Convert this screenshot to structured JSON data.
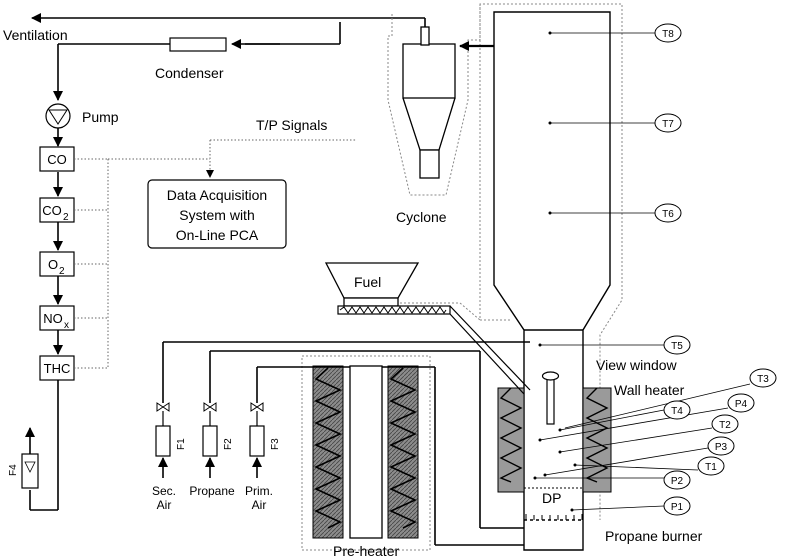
{
  "labels": {
    "ventilation": "Ventilation",
    "condenser": "Condenser",
    "pump": "Pump",
    "tp_signals": "T/P Signals",
    "daq_line1": "Data Acquisition",
    "daq_line2": "System with",
    "daq_line3": "On-Line PCA",
    "cyclone": "Cyclone",
    "fuel": "Fuel",
    "view_window": "View window",
    "wall_heater": "Wall heater",
    "dp": "DP",
    "propane_burner": "Propane burner",
    "pre_heater": "Pre-heater",
    "sec_air_1": "Sec.",
    "sec_air_2": "Air",
    "propane": "Propane",
    "prim_air_1": "Prim.",
    "prim_air_2": "Air",
    "f1": "F1",
    "f2": "F2",
    "f3": "F3",
    "f4": "F4"
  },
  "analyzers": {
    "co": "CO",
    "co2_main": "CO",
    "co2_sub": "2",
    "o2_main": "O",
    "o2_sub": "2",
    "nox_main": "NO",
    "nox_sub": "x",
    "thc": "THC"
  },
  "sensors": {
    "t8": "T8",
    "t7": "T7",
    "t6": "T6",
    "t5": "T5",
    "t4": "T4",
    "t3": "T3",
    "t2": "T2",
    "t1": "T1",
    "p4": "P4",
    "p3": "P3",
    "p2": "P2",
    "p1": "P1"
  },
  "colors": {
    "line": "#000000",
    "heater_fill": "#9a9a9a",
    "signal": "#666666"
  }
}
